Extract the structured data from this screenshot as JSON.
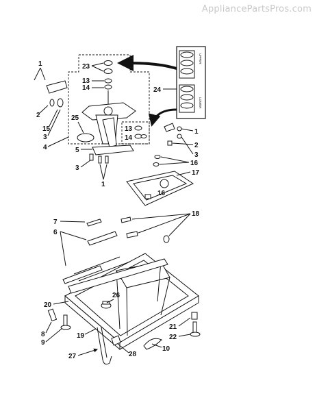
{
  "watermark": "AppliancePartsPros.com",
  "labels": {
    "l1": "1",
    "l2": "2",
    "l3": "3",
    "l4": "4",
    "l5": "5",
    "l6": "6",
    "l7": "7",
    "l8": "8",
    "l9": "9",
    "l10": "10",
    "l13": "13",
    "l14": "14",
    "l15": "15",
    "l16": "16",
    "l17": "17",
    "l18": "18",
    "l19": "19",
    "l20": "20",
    "l21": "21",
    "l22": "22",
    "l23": "23",
    "l24": "24",
    "l25": "25",
    "l26": "26",
    "l27": "27",
    "l28": "28"
  },
  "box_text": {
    "upper": "UPPER",
    "lower": "LOWER"
  }
}
